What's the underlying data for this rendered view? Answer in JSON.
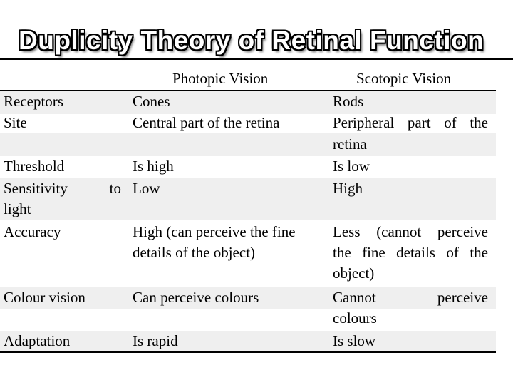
{
  "title": "Duplicity Theory of Retinal Function",
  "headers": {
    "photopic": "Photopic Vision",
    "scotopic": "Scotopic Vision"
  },
  "rows": {
    "receptors": {
      "label": "Receptors",
      "photopic": "Cones",
      "scotopic": "Rods"
    },
    "site": {
      "label": "Site",
      "photopic": "Central part of the retina",
      "scotopic_line1": [
        "Peripheral",
        "part",
        "of",
        "the"
      ],
      "scotopic_line2": "retina"
    },
    "threshold": {
      "label": "Threshold",
      "photopic": "Is high",
      "scotopic": "Is low"
    },
    "sensitivity": {
      "label_line1": [
        "Sensitivity",
        "to"
      ],
      "label_line2": "light",
      "photopic": "Low",
      "scotopic": "High"
    },
    "accuracy": {
      "label": "Accuracy",
      "photopic_line1": "High (can perceive the fine",
      "photopic_line2": "details of the object)",
      "scotopic_line1": [
        "Less",
        "(cannot",
        "perceive"
      ],
      "scotopic_line2": [
        "the",
        "fine",
        "details",
        "of",
        "the"
      ],
      "scotopic_line3": "object)"
    },
    "colour": {
      "label": "Colour vision",
      "photopic": "Can perceive colours",
      "scotopic_line1": [
        "Cannot",
        "perceive"
      ],
      "scotopic_line2": "colours"
    },
    "adaptation": {
      "label": "Adaptation",
      "photopic": "Is rapid",
      "scotopic": "Is slow"
    }
  }
}
